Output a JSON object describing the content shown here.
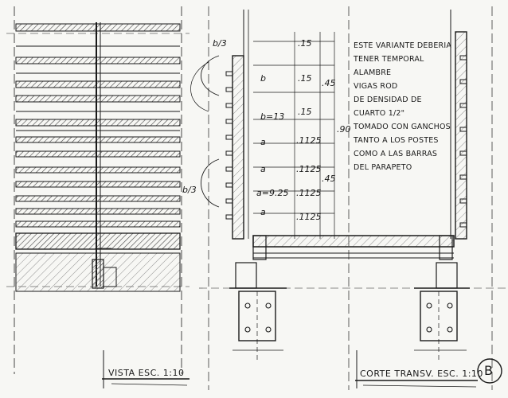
{
  "colors": {
    "ink": "#1a1a1a",
    "paper": "#f7f7f4",
    "hatch": "#555555"
  },
  "dimensions": {
    "b3_top": "b/3",
    "b_label": "b",
    "b13_label": "b=13",
    "a_1": "a",
    "a_2": "a",
    "a925_label": "a=9.25",
    "a_4": "a",
    "b3_bottom": "b/3",
    "spacing": [
      ".15",
      ".15",
      ".15",
      ".1125",
      ".1125",
      ".1125",
      ".1125"
    ],
    "total_upper": ".45",
    "total_lower": ".45",
    "total_middle": ".90"
  },
  "notes": [
    "ESTE VARIANTE DEBERIA",
    "TENER TEMPORAL",
    "ALAMBRE",
    "VIGAS ROD",
    "DE DENSIDAD DE",
    "CUARTO 1/2\"",
    "TOMADO CON GANCHOS",
    "TANTO A LOS POSTES",
    "COMO A LAS BARRAS",
    "DEL PARAPETO"
  ],
  "titles": {
    "left": "VISTA ESC. 1:10",
    "right": "CORTE TRANSV. ESC. 1:10",
    "sheet_mark": "B"
  }
}
